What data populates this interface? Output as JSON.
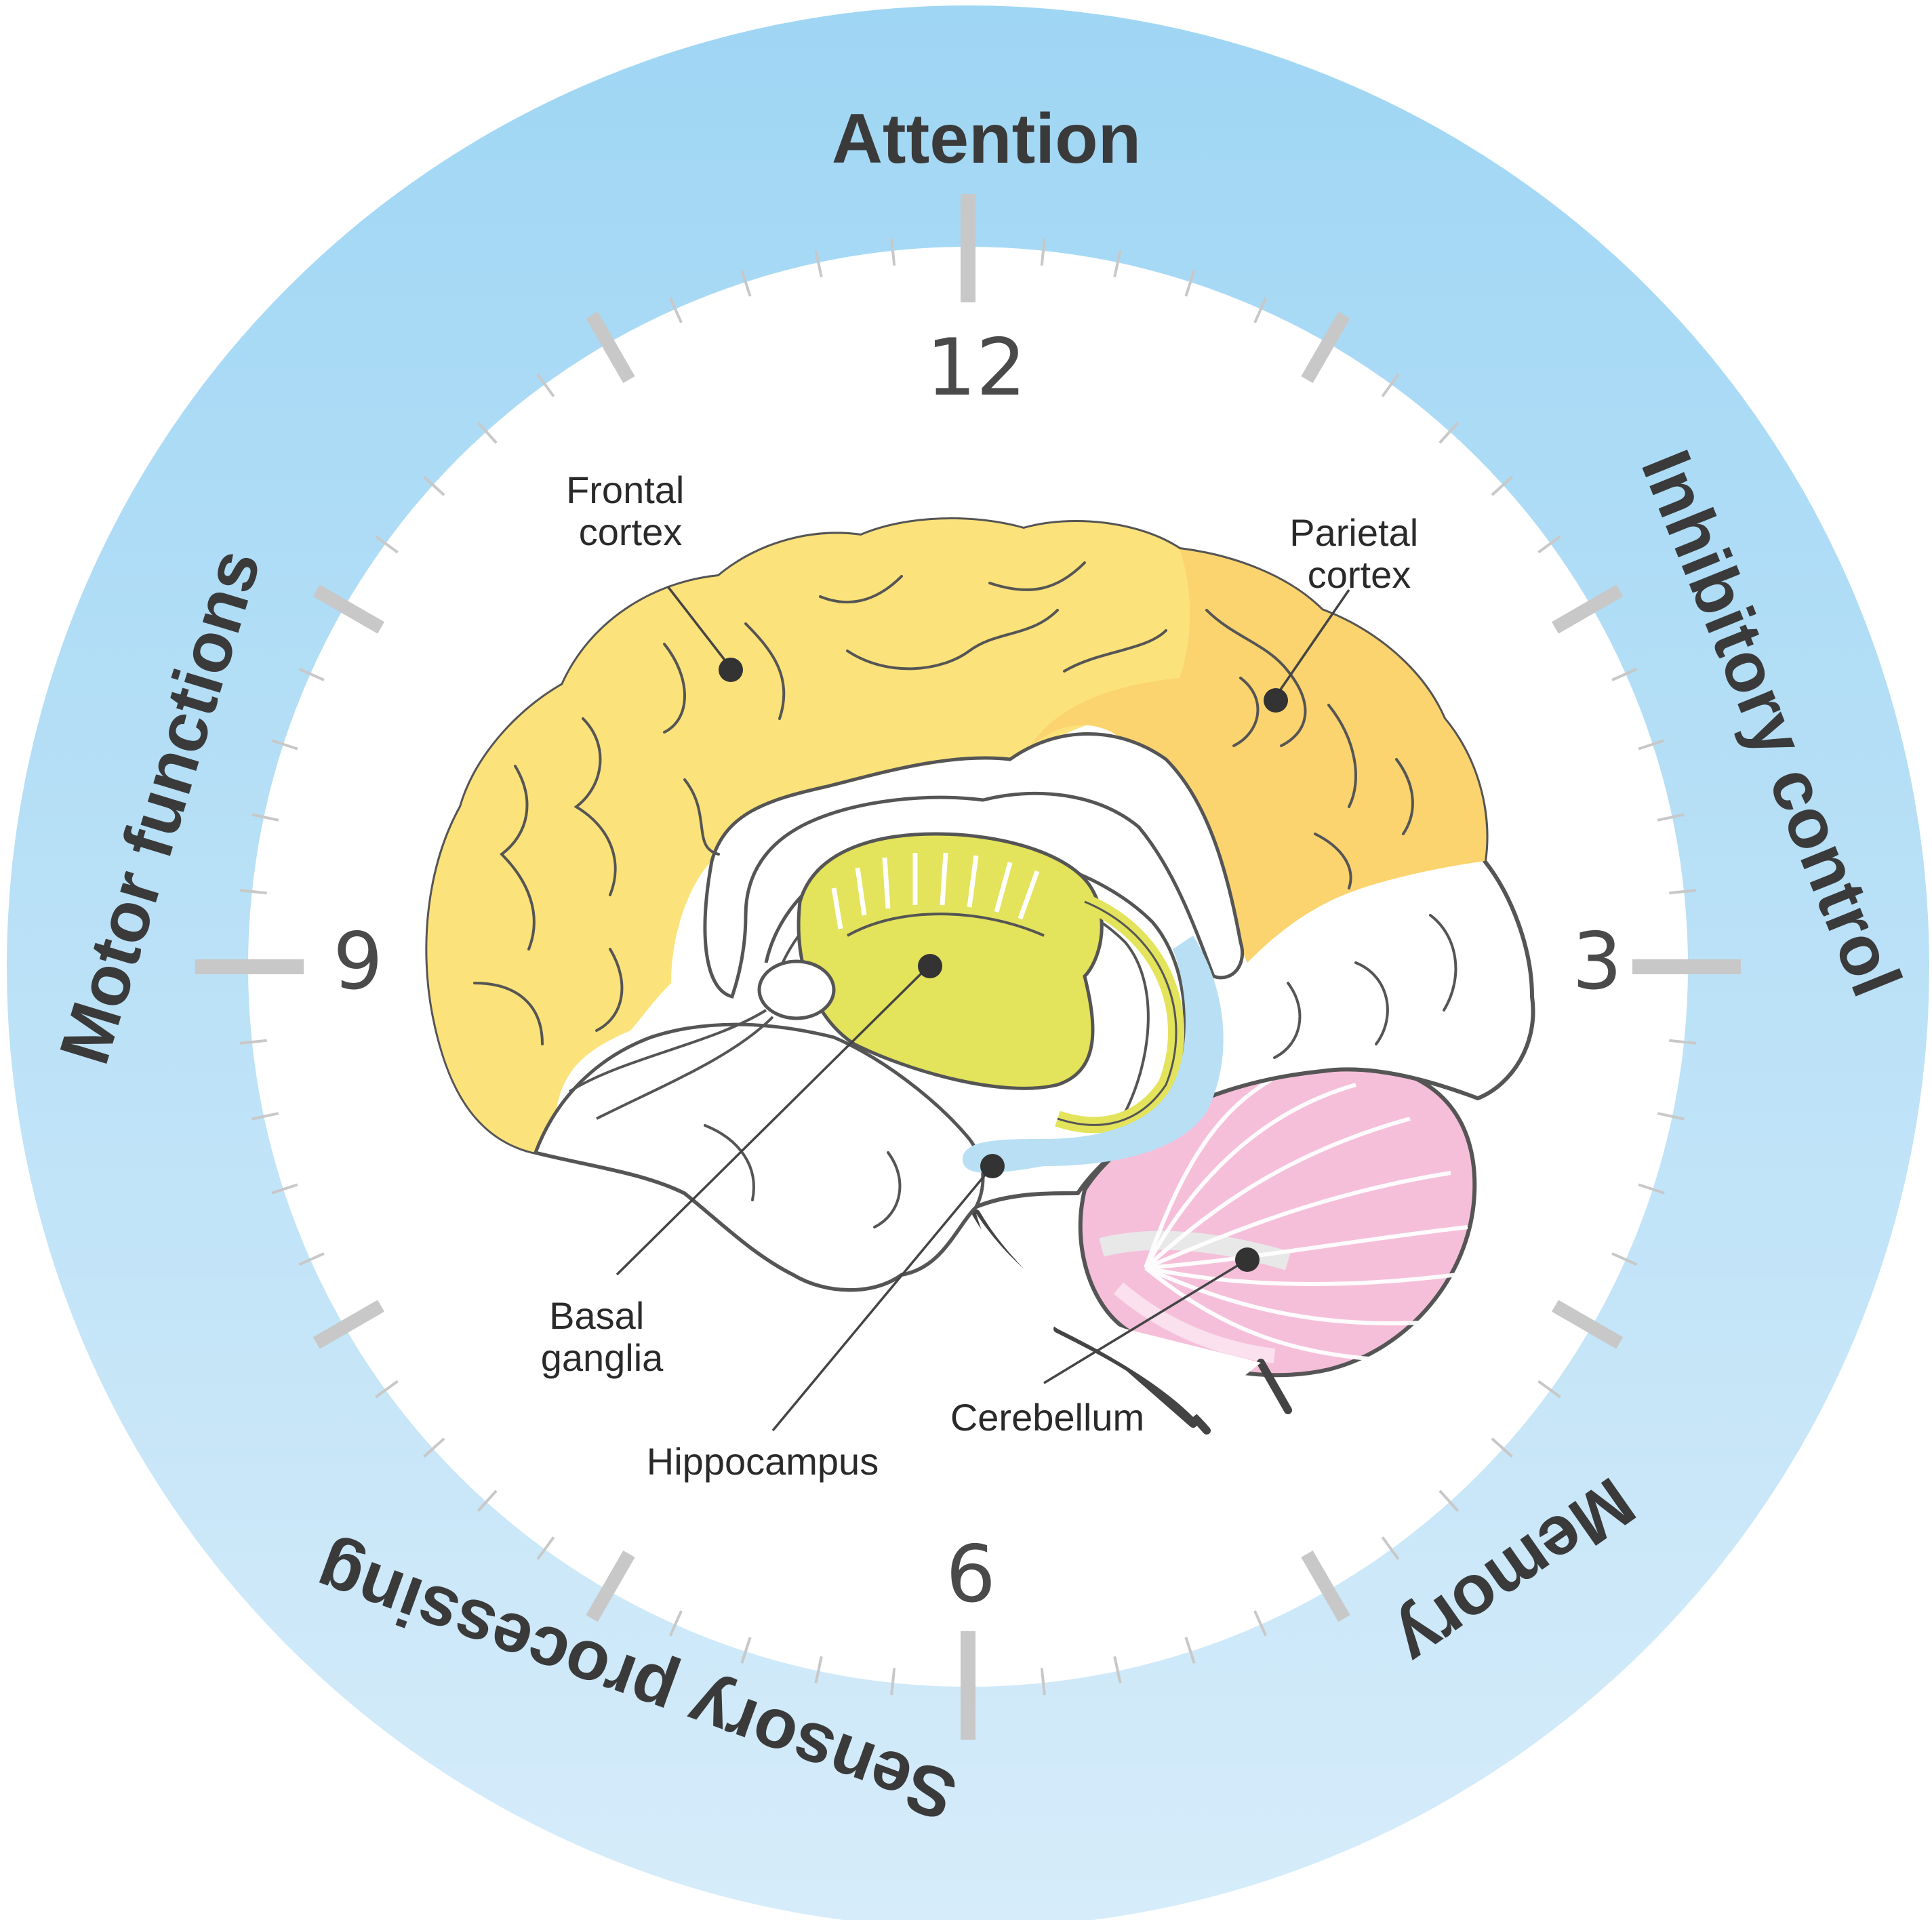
{
  "ring": {
    "labels": {
      "top": "Attention",
      "right": "Inhibitory control",
      "bottom_right": "Memory",
      "bottom_left": "Sensory processing",
      "left": "Motor functions"
    },
    "colors": {
      "outer": "#9fd6f4",
      "outer_light": "#cfe9f8"
    }
  },
  "clock": {
    "numbers": {
      "twelve": "12",
      "three": "3",
      "six": "6",
      "nine": "9"
    },
    "tick_color": "#c8c8c8"
  },
  "brain": {
    "labels": {
      "frontal": [
        "Frontal",
        "cortex"
      ],
      "parietal": [
        "Parietal",
        "cortex"
      ],
      "basal": [
        "Basal",
        "ganglia"
      ],
      "hippocampus": "Hippocampus",
      "cerebellum": "Cerebellum"
    },
    "colors": {
      "frontal": "#fce27a",
      "parietal": "#fbd46f",
      "basal_ganglia": "#e3e35c",
      "hippocampus": "#b9dff5",
      "cerebellum": "#f5bfd9"
    }
  }
}
